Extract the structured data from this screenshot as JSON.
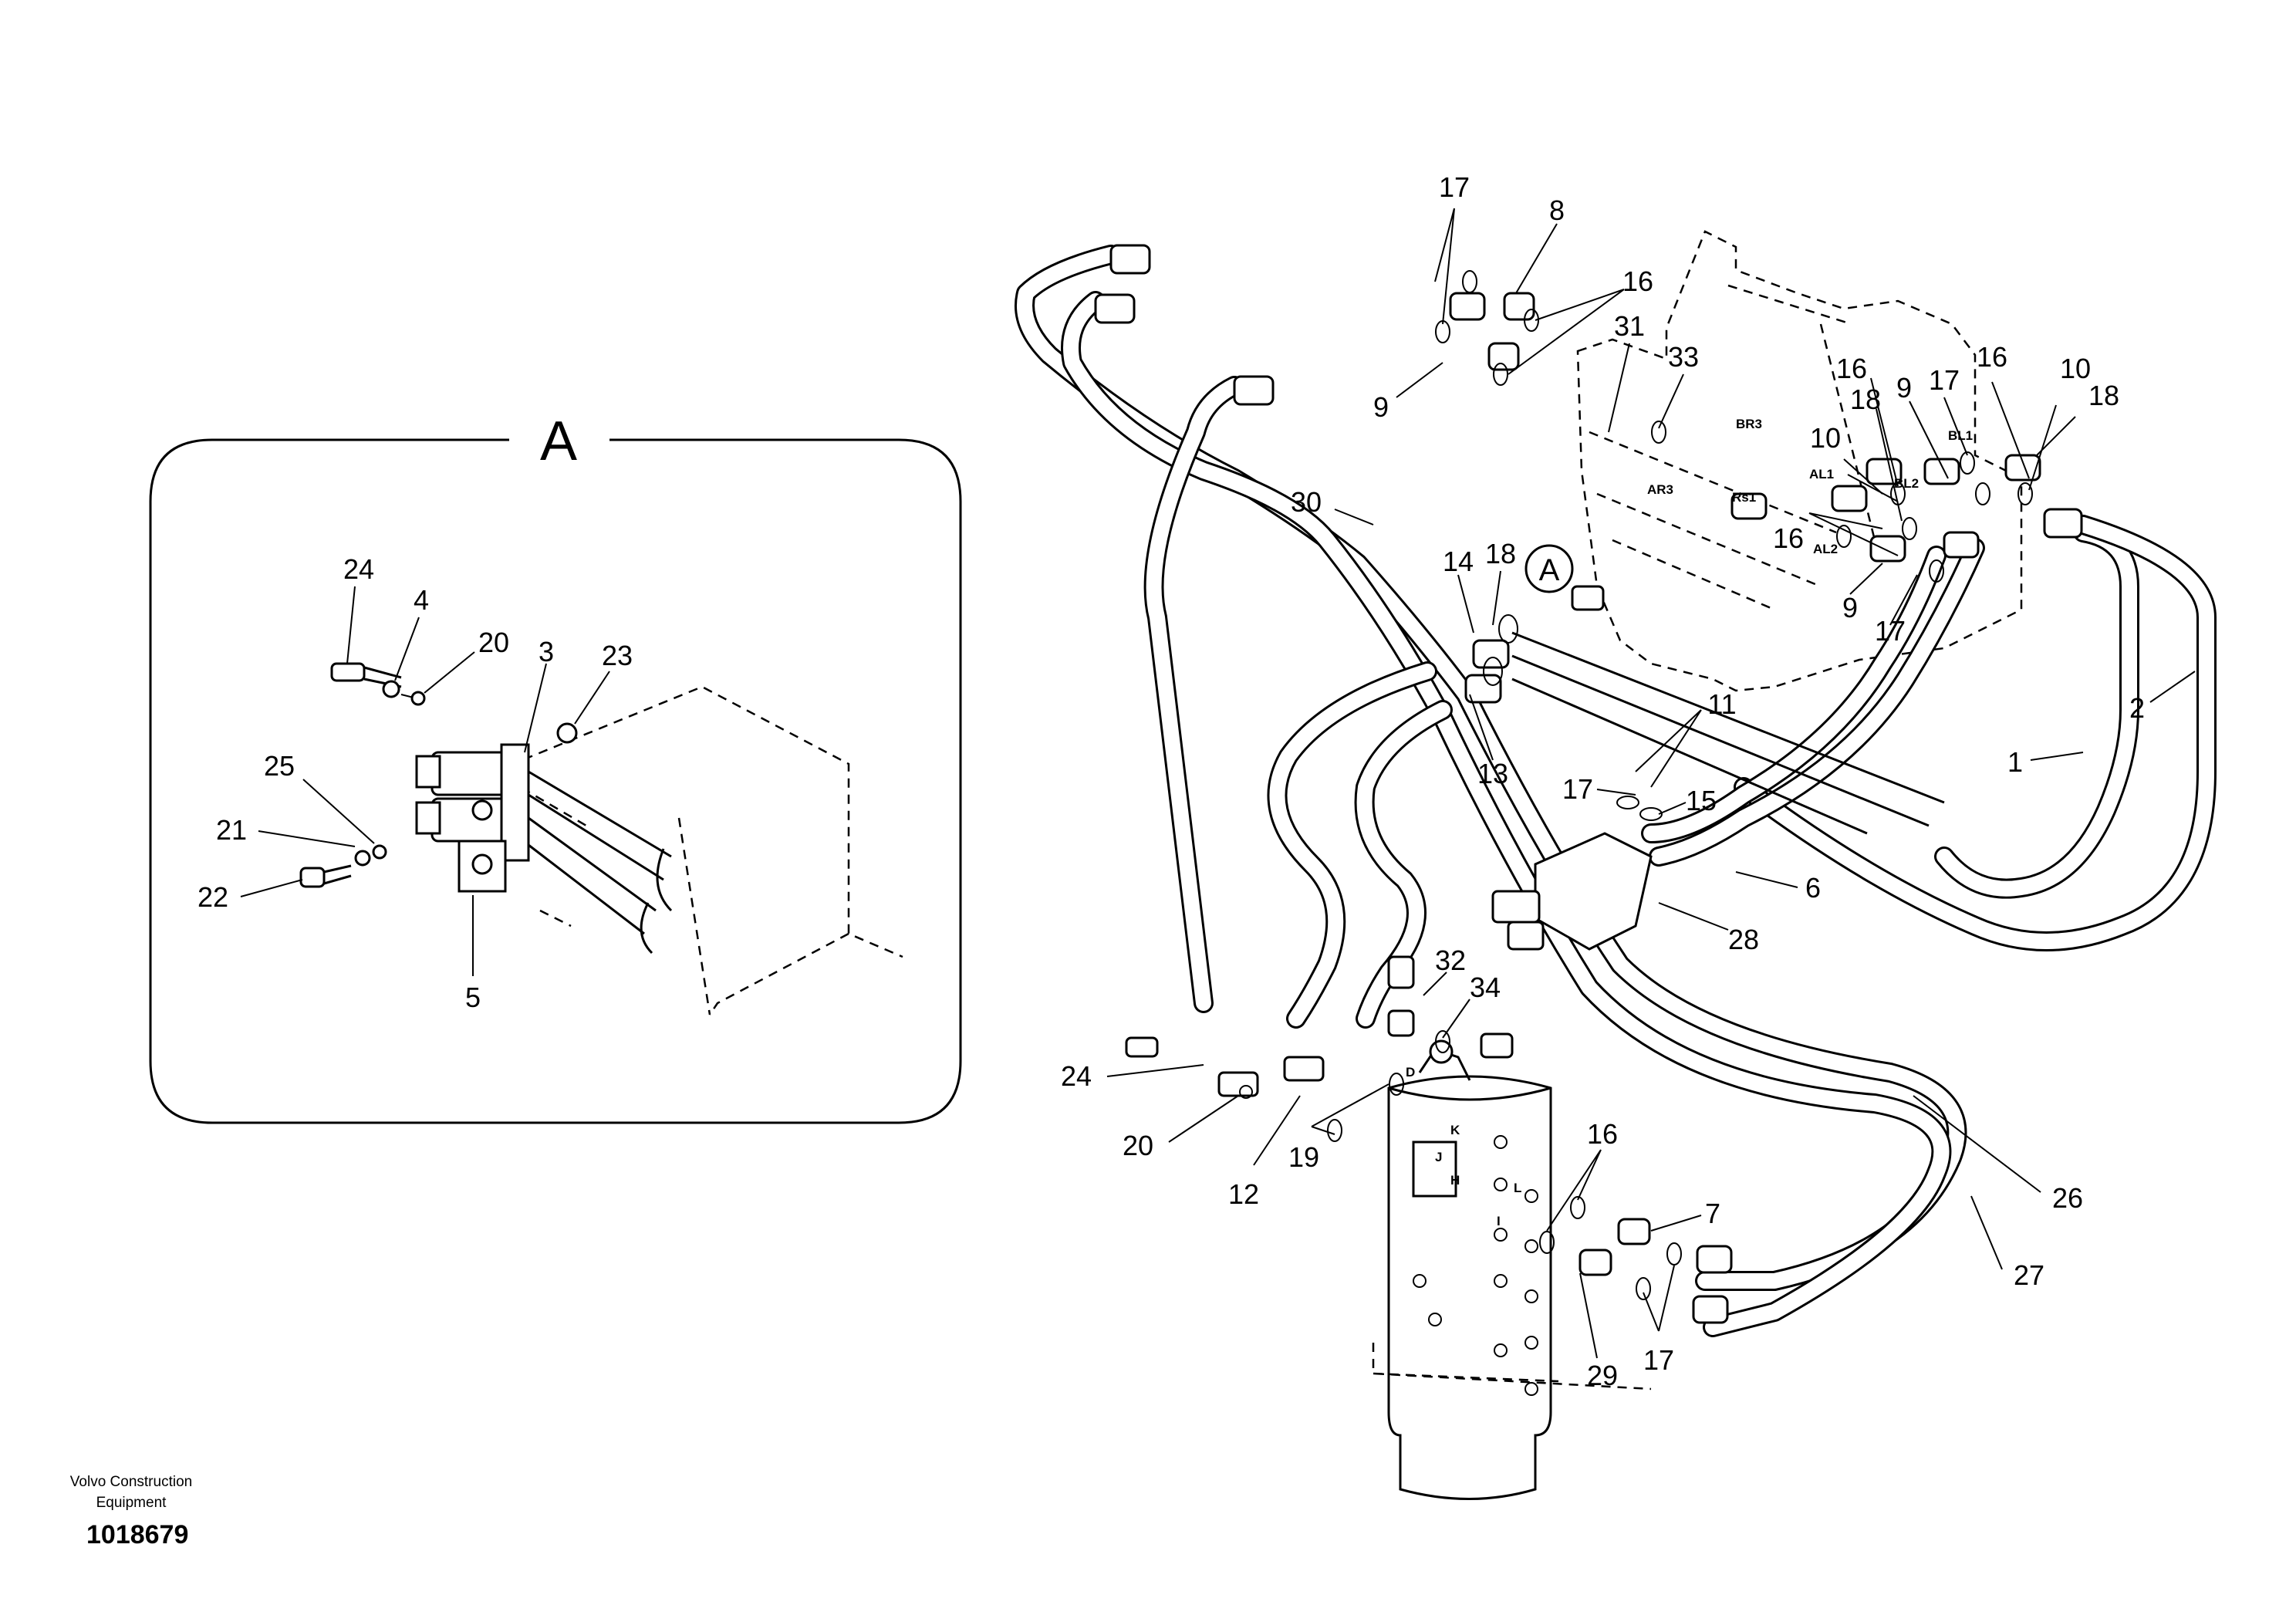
{
  "detail": {
    "letter": "A",
    "marker_letter": "A",
    "callouts": [
      "24",
      "4",
      "20",
      "3",
      "23",
      "25",
      "21",
      "22",
      "5"
    ]
  },
  "main": {
    "callouts": [
      "17",
      "8",
      "16",
      "31",
      "33",
      "9",
      "30",
      "16",
      "18",
      "9",
      "17",
      "16",
      "10",
      "18",
      "10",
      "16",
      "9",
      "17",
      "14",
      "18",
      "2",
      "1",
      "11",
      "13",
      "17",
      "15",
      "6",
      "28",
      "32",
      "34",
      "24",
      "20",
      "12",
      "19",
      "16",
      "7",
      "26",
      "27",
      "29",
      "17"
    ],
    "port_labels": [
      "BR3",
      "AR3",
      "Rs1",
      "AL1",
      "AL2",
      "BL2",
      "BL1",
      "D",
      "K",
      "J",
      "H",
      "I",
      "L"
    ]
  },
  "footer": {
    "brand_line1": "Volvo Construction",
    "brand_line2": "Equipment",
    "doc_number": "1018679"
  }
}
